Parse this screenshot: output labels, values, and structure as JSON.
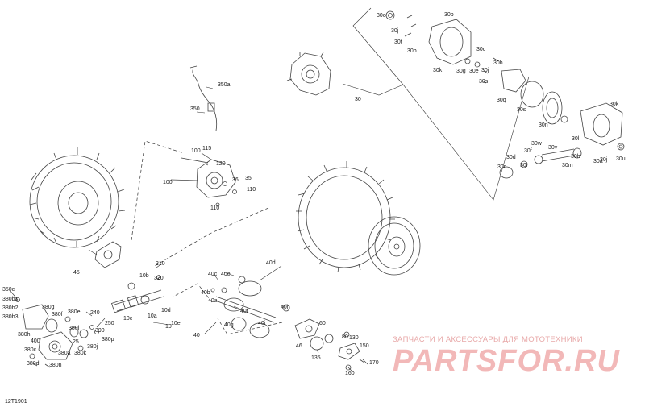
{
  "diagram": {
    "code": "12T1901",
    "watermark": {
      "tagline": "ЗАПЧАСТИ И АКСЕССУАРЫ ДЛЯ МОТОТЕХНИКИ",
      "logo": "PARTSFOR.RU"
    },
    "labels": [
      {
        "id": "l30o",
        "text": "30o"
      },
      {
        "id": "l30p",
        "text": "30p"
      },
      {
        "id": "l30ja",
        "text": "30j"
      },
      {
        "id": "l30t",
        "text": "30t"
      },
      {
        "id": "l30b",
        "text": "30b"
      },
      {
        "id": "l30c",
        "text": "30c"
      },
      {
        "id": "l30h",
        "text": "30h"
      },
      {
        "id": "l30k1",
        "text": "30k"
      },
      {
        "id": "l30g",
        "text": "30g"
      },
      {
        "id": "l30e",
        "text": "30e"
      },
      {
        "id": "l30s1",
        "text": "30s"
      },
      {
        "id": "l30jb",
        "text": "30j"
      },
      {
        "id": "l30q",
        "text": "30q"
      },
      {
        "id": "l30s2",
        "text": "30s"
      },
      {
        "id": "l30n",
        "text": "30n"
      },
      {
        "id": "l30k2",
        "text": "30k"
      },
      {
        "id": "l30",
        "text": "30"
      },
      {
        "id": "l30w",
        "text": "30w"
      },
      {
        "id": "l30v",
        "text": "30v"
      },
      {
        "id": "l30f",
        "text": "30f"
      },
      {
        "id": "l30d",
        "text": "30d"
      },
      {
        "id": "l30i",
        "text": "30i"
      },
      {
        "id": "l30r",
        "text": "30r"
      },
      {
        "id": "l30l",
        "text": "30l"
      },
      {
        "id": "l30hb",
        "text": "30h"
      },
      {
        "id": "l30m",
        "text": "30m"
      },
      {
        "id": "l30jc",
        "text": "30j"
      },
      {
        "id": "l30a",
        "text": "30a"
      },
      {
        "id": "l30u",
        "text": "30u"
      },
      {
        "id": "l350a",
        "text": "350a"
      },
      {
        "id": "l350",
        "text": "350"
      },
      {
        "id": "l115",
        "text": "115"
      },
      {
        "id": "l100a",
        "text": "100"
      },
      {
        "id": "l120",
        "text": "120"
      },
      {
        "id": "l100b",
        "text": "100"
      },
      {
        "id": "l36",
        "text": "36"
      },
      {
        "id": "l35",
        "text": "35"
      },
      {
        "id": "l110a",
        "text": "110"
      },
      {
        "id": "l110b",
        "text": "110"
      },
      {
        "id": "l45",
        "text": "45"
      },
      {
        "id": "l310",
        "text": "310"
      },
      {
        "id": "l10b",
        "text": "10b"
      },
      {
        "id": "l320",
        "text": "320"
      },
      {
        "id": "l40c",
        "text": "40c"
      },
      {
        "id": "l40e",
        "text": "40e"
      },
      {
        "id": "l40d",
        "text": "40d"
      },
      {
        "id": "l40b",
        "text": "40b"
      },
      {
        "id": "l40a",
        "text": "40a"
      },
      {
        "id": "l40f",
        "text": "40f"
      },
      {
        "id": "l40h",
        "text": "40h"
      },
      {
        "id": "l40i",
        "text": "40i"
      },
      {
        "id": "l40g",
        "text": "40g"
      },
      {
        "id": "l40",
        "text": "40"
      },
      {
        "id": "l10c",
        "text": "10c"
      },
      {
        "id": "l10a",
        "text": "10a"
      },
      {
        "id": "l10d",
        "text": "10d"
      },
      {
        "id": "l10e",
        "text": "10e"
      },
      {
        "id": "l10",
        "text": "10"
      },
      {
        "id": "l350c",
        "text": "350c"
      },
      {
        "id": "l380b1",
        "text": "380b1"
      },
      {
        "id": "l380b2",
        "text": "380b2"
      },
      {
        "id": "l380b3",
        "text": "380b3"
      },
      {
        "id": "l380g",
        "text": "380g"
      },
      {
        "id": "l380f",
        "text": "380f"
      },
      {
        "id": "l380e",
        "text": "380e"
      },
      {
        "id": "l380h",
        "text": "380h"
      },
      {
        "id": "l380i",
        "text": "380i"
      },
      {
        "id": "l25",
        "text": "25"
      },
      {
        "id": "l380k",
        "text": "380k"
      },
      {
        "id": "l380j",
        "text": "380j"
      },
      {
        "id": "l380c",
        "text": "380c"
      },
      {
        "id": "l380a",
        "text": "380a"
      },
      {
        "id": "l380d",
        "text": "380d"
      },
      {
        "id": "l380n",
        "text": "380n"
      },
      {
        "id": "l400",
        "text": "400"
      },
      {
        "id": "l240",
        "text": "240"
      },
      {
        "id": "l250",
        "text": "250"
      },
      {
        "id": "l390",
        "text": "390"
      },
      {
        "id": "l380p",
        "text": "380p"
      },
      {
        "id": "l46",
        "text": "46"
      },
      {
        "id": "l60",
        "text": "60"
      },
      {
        "id": "l80",
        "text": "80"
      },
      {
        "id": "l130",
        "text": "130"
      },
      {
        "id": "l135",
        "text": "135"
      },
      {
        "id": "l150",
        "text": "150"
      },
      {
        "id": "l160",
        "text": "160"
      },
      {
        "id": "l170",
        "text": "170"
      }
    ]
  }
}
